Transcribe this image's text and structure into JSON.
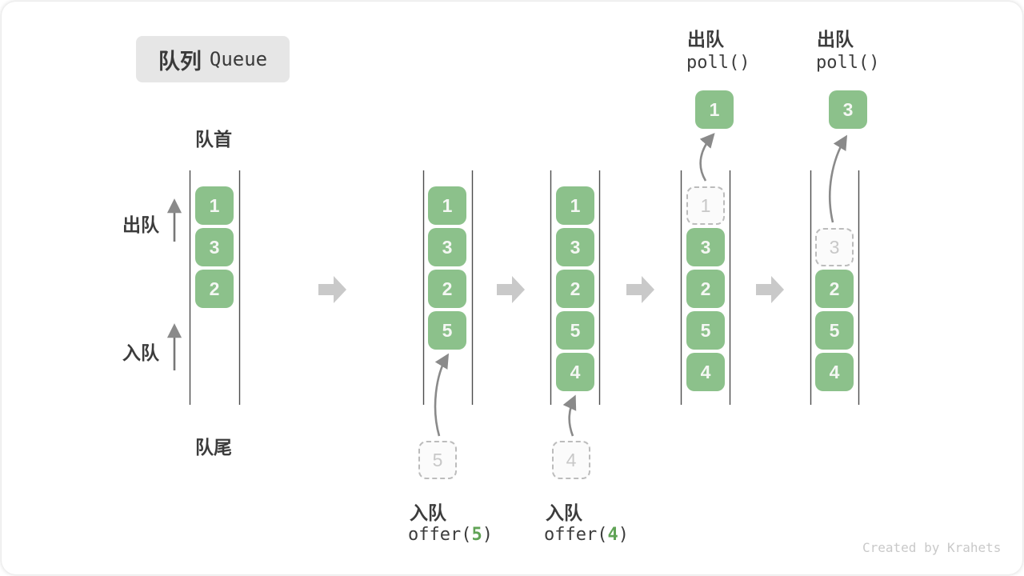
{
  "title": {
    "zh": "队列",
    "en": "Queue"
  },
  "labels": {
    "front": "队首",
    "rear": "队尾",
    "dequeue": "出队",
    "enqueue": "入队"
  },
  "operations": {
    "enqueue5": {
      "name": "入队",
      "pre": "offer(",
      "arg": "5",
      "post": ")"
    },
    "enqueue4": {
      "name": "入队",
      "pre": "offer(",
      "arg": "4",
      "post": ")"
    },
    "poll1": {
      "name": "出队",
      "code": "poll()"
    },
    "poll2": {
      "name": "出队",
      "code": "poll()"
    }
  },
  "watermark": "Created by Krahets",
  "colors": {
    "box_green": "#8cc18b",
    "box_text": "#f4f7f3",
    "ghost_border": "#bcbcbc",
    "ghost_text": "#c8c8c8",
    "accent_green": "#60a356",
    "wall_line": "#4d4d4d",
    "arrow_gray": "#8a8a8a",
    "block_arrow": "#c9c9c9",
    "title_bg": "#e6e6e6"
  },
  "states": [
    {
      "cells": [
        {
          "value": "1"
        },
        {
          "value": "3"
        },
        {
          "value": "2"
        }
      ]
    },
    {
      "cells": [
        {
          "value": "1"
        },
        {
          "value": "3"
        },
        {
          "value": "2"
        },
        {
          "value": "5"
        }
      ],
      "incoming": {
        "value": "5"
      }
    },
    {
      "cells": [
        {
          "value": "1"
        },
        {
          "value": "3"
        },
        {
          "value": "2"
        },
        {
          "value": "5"
        },
        {
          "value": "4"
        }
      ],
      "incoming": {
        "value": "4"
      }
    },
    {
      "cells": [
        {
          "value": "1",
          "ghost": true
        },
        {
          "value": "3"
        },
        {
          "value": "2"
        },
        {
          "value": "5"
        },
        {
          "value": "4"
        }
      ],
      "outgoing": {
        "value": "1"
      }
    },
    {
      "cells": [
        {
          "value": "3",
          "ghost": true
        },
        {
          "value": "2"
        },
        {
          "value": "5"
        },
        {
          "value": "4"
        }
      ],
      "outgoing": {
        "value": "3"
      }
    }
  ]
}
